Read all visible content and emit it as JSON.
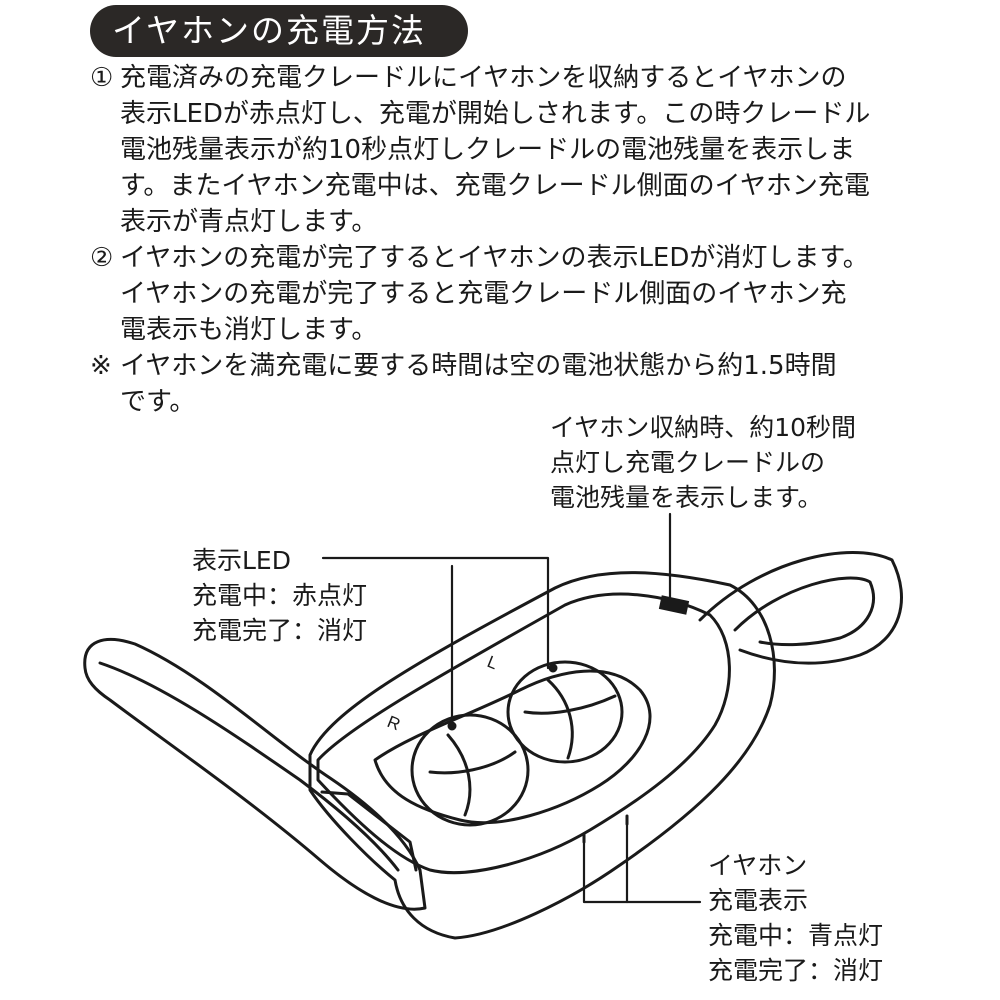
{
  "title": "イヤホンの充電方法",
  "instructions": [
    {
      "mark": "①",
      "lines": [
        "充電済みの充電クレードルにイヤホンを収納するとイヤホンの",
        "表示LEDが赤点灯し、充電が開始しされます。この時クレードル",
        "電池残量表示が約10秒点灯しクレードルの電池残量を表示しま",
        "す。またイヤホン充電中は、充電クレードル側面のイヤホン充電",
        "表示が青点灯します。"
      ]
    },
    {
      "mark": "②",
      "lines": [
        "イヤホンの充電が完了するとイヤホンの表示LEDが消灯します。",
        "イヤホンの充電が完了すると充電クレードル側面のイヤホン充",
        "電表示も消灯します。"
      ]
    },
    {
      "mark": "※",
      "lines": [
        "イヤホンを満充電に要する時間は空の電池状態から約1.5時間",
        "です。"
      ]
    }
  ],
  "callouts": {
    "battery": [
      "イヤホン収納時、約10秒間",
      "点灯し充電クレードルの",
      "電池残量を表示します。"
    ],
    "led": [
      "表示LED",
      "充電中：赤点灯",
      "充電完了：消灯"
    ],
    "charge": [
      "イヤホン",
      "充電表示",
      "充電中：青点灯",
      "充電完了：消灯"
    ]
  },
  "diagram_labels": {
    "left": "R",
    "right": "L"
  }
}
